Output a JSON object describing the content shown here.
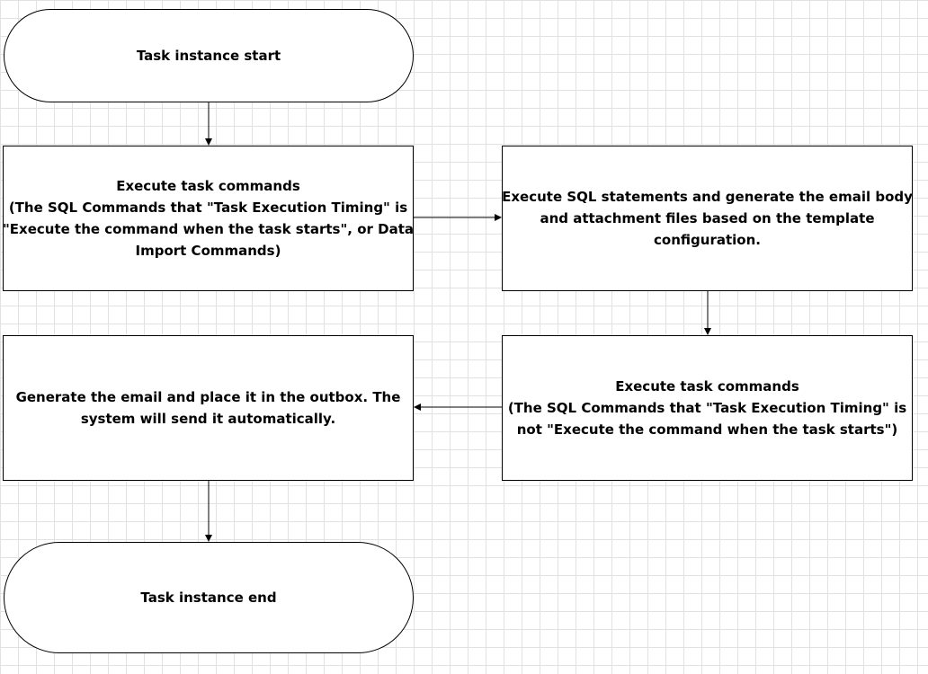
{
  "flowchart": {
    "start": {
      "lines": [
        "Task instance start"
      ]
    },
    "execute_on_start": {
      "lines": [
        "Execute task commands",
        "(The SQL Commands that \"Task Execution Timing\" is",
        "\"Execute the command when the task starts\", or Data",
        "Import Commands)"
      ]
    },
    "generate_body": {
      "lines": [
        "Execute SQL statements and generate the email body",
        "and attachment files based on the template",
        "configuration."
      ]
    },
    "execute_not_on_start": {
      "lines": [
        "Execute task commands",
        "(The SQL Commands that \"Task Execution Timing\" is",
        "not \"Execute the command when the task starts\")"
      ]
    },
    "generate_email": {
      "lines": [
        "Generate the email and place it in the outbox. The",
        "system will send it automatically."
      ]
    },
    "end": {
      "lines": [
        "Task instance end"
      ]
    }
  }
}
